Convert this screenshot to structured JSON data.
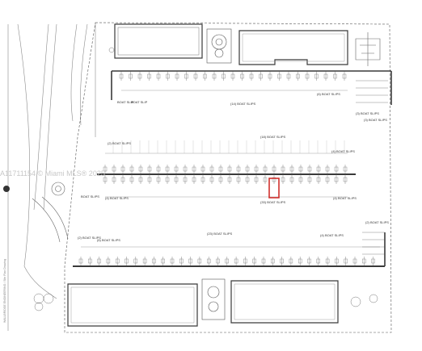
{
  "watermark": "A11711154 © Miami MLS® 2025",
  "side_note": "WALLBRIDGE ENGINEERING / Site Plan Drawing",
  "colors": {
    "line": "#3a3a3a",
    "light": "#9a9a9a",
    "highlight": "#d0312d"
  },
  "slip_labels": {
    "top_left_a": "BOAT SLIP",
    "top_left_b": "BOAT SLIP",
    "top_row": "(14) BOAT SLIPS",
    "top_right": "(6) BOAT SLIPS",
    "right_a": "(3) BOAT SLIPS",
    "right_b": "(3) BOAT SLIPS",
    "mid_upper_left": "(2) BOAT SLIPS",
    "mid_upper_center": "(18) BOAT SLIPS",
    "mid_upper_right": "(4) BOAT SLIPS",
    "mid_lower_left": "(4) BOAT SLIPS",
    "mid_lower_center": "(33) BOAT SLIPS",
    "mid_lower_right": "(4) BOAT SLIPS",
    "lower_right": "(2) BOAT SLIPS",
    "lower_left": "(6) BOAT SLIPS",
    "lower_left_b": "(2) BOAT SLIPS",
    "lower_center": "(23) BOAT SLIPS",
    "lower_right_b": "(4) BOAT SLIPS",
    "lower_left_small": "BOAT SLIPS"
  },
  "icons": [
    "compass-icon",
    "fountain-icon",
    "palm-tree-icon"
  ]
}
